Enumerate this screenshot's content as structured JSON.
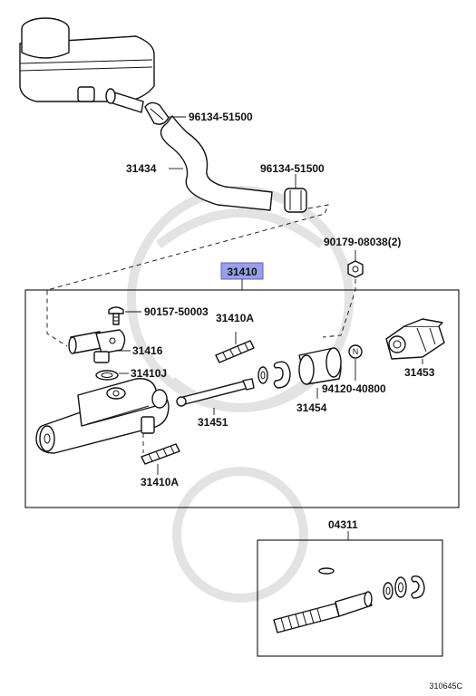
{
  "parts": {
    "clip_top": "96134-51500",
    "hose": "31434",
    "clip_mid": "96134-51500",
    "nut": "90179-08038(2)",
    "assembly": "31410",
    "screw": "90157-50003",
    "stud_top": "31410A",
    "union": "31416",
    "grommet": "31410J",
    "rod": "31451",
    "boot": "31454",
    "oring": "94120-40800",
    "clevis": "31453",
    "stud_bottom": "31410A",
    "kit": "04311"
  },
  "figure_code": "310645C",
  "colors": {
    "assembly_highlight": "#9aa0e6",
    "line": "#111111",
    "watermark": "#e3e3e3"
  }
}
